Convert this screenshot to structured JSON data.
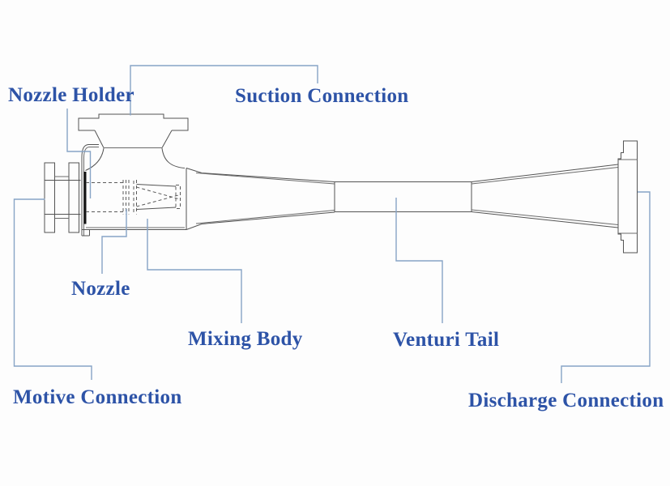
{
  "diagram": {
    "labels": {
      "nozzle_holder": "Nozzle Holder",
      "suction_connection": "Suction Connection",
      "nozzle": "Nozzle",
      "mixing_body": "Mixing Body",
      "venturi_tail": "Venturi Tail",
      "motive_connection": "Motive Connection",
      "discharge_connection": "Discharge Connection"
    },
    "colors": {
      "label_text": "#2d53a7",
      "leader_line": "#87a4c6",
      "drawing_line": "#545454",
      "background": "#fdfdfd"
    }
  }
}
